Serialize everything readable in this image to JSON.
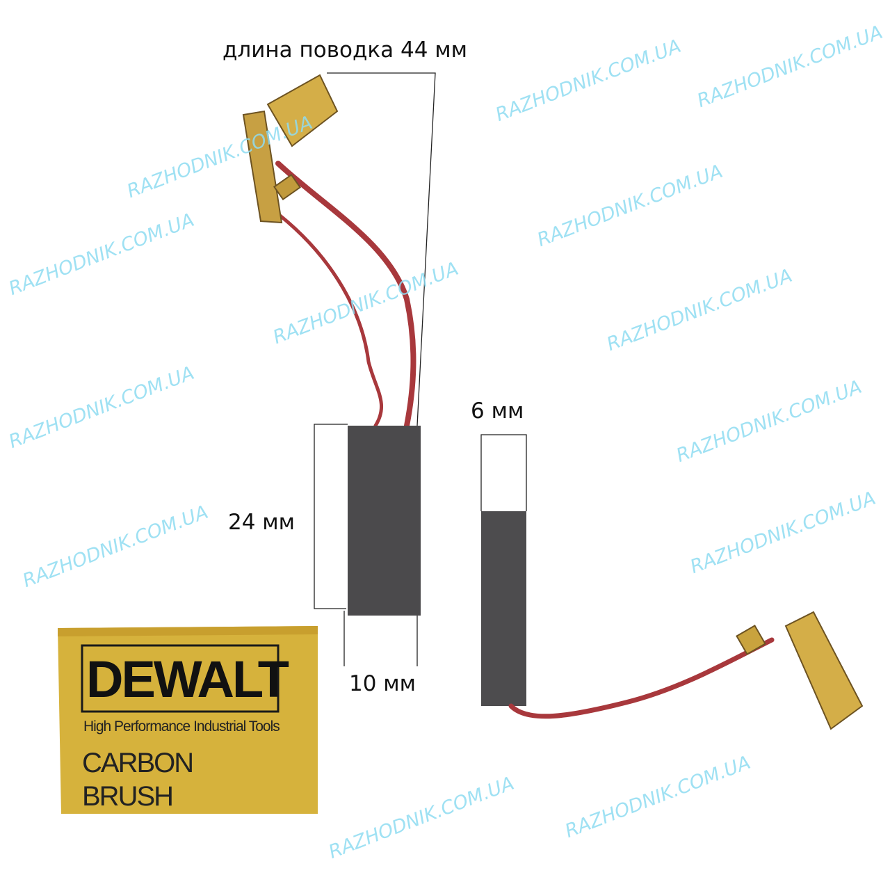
{
  "annotations": {
    "lead_length": "длина поводка 44 мм",
    "height": "24 мм",
    "width": "10 мм",
    "thickness": "6 мм"
  },
  "package": {
    "brand": "DEWALT",
    "tagline": "High Performance Industrial Tools",
    "line1": "CARBON",
    "line2": "BRUSH",
    "color": "#d6b23c"
  },
  "watermark": "RAZHODNIK.COM.UA",
  "colors": {
    "carbon": "#4b4a4c",
    "wire": "#a8383c",
    "brass": "#c9a33e",
    "watermark": "#8fdcf2"
  }
}
